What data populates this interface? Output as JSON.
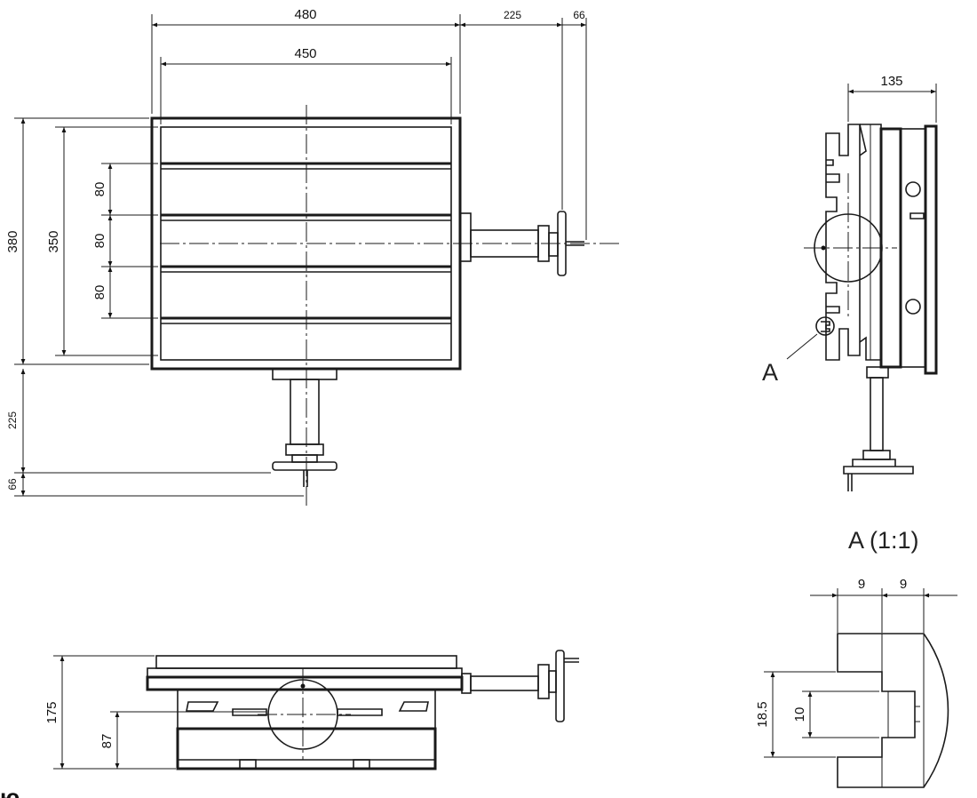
{
  "top_view": {
    "dim_width_outer": "480",
    "dim_width_inner": "450",
    "dim_handle_offset_right": "225",
    "dim_handle_tip_right": "66",
    "dim_height_outer": "380",
    "dim_height_inner": "350",
    "dim_slot_pitch_1": "80",
    "dim_slot_pitch_2": "80",
    "dim_slot_pitch_3": "80",
    "dim_handle_offset_bottom": "225",
    "dim_handle_tip_bottom": "66"
  },
  "side_view": {
    "dim_depth": "135",
    "detail_marker": "A"
  },
  "front_view": {
    "dim_total_height": "175",
    "dim_center_height": "87"
  },
  "detail": {
    "title": "A (1:1)",
    "dim_slot_left": "9",
    "dim_slot_right": "9",
    "dim_slot_height": "18.5",
    "dim_slot_neck": "10"
  },
  "corner_fragment": "ю"
}
